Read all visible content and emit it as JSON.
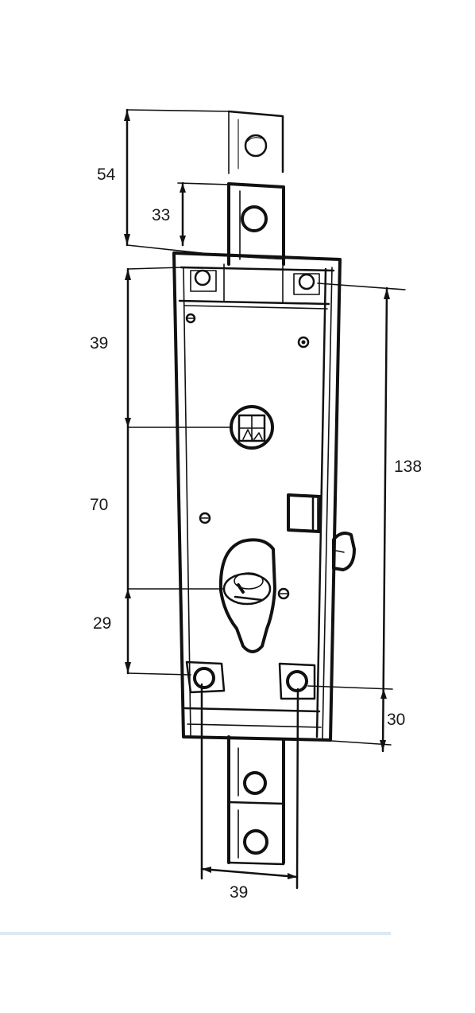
{
  "dimensions": {
    "top_bolt_extension": "54",
    "top_bolt_short": "33",
    "upper_section": "39",
    "middle_section": "70",
    "lower_section": "29",
    "overall_height": "138",
    "bottom_offset": "30",
    "screw_spacing": "39"
  },
  "colors": {
    "line": "#111111",
    "paper": "#ffffff",
    "scan_stripe": "#dbe9f3"
  }
}
